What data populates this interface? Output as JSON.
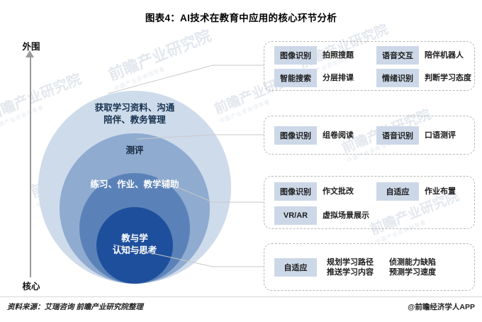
{
  "title": "图表4：AI技术在教育中应用的核心环节分析",
  "axis": {
    "top_label": "外围",
    "bottom_label": "核心"
  },
  "circles": [
    {
      "id": "outer",
      "label": "获取学习资料、沟通\n陪伴、教务管理",
      "color": "#cedbeb",
      "text_color": "#16324f"
    },
    {
      "id": "second",
      "label": "测评",
      "color": "#8fabd0",
      "text_color": "#15263c"
    },
    {
      "id": "third",
      "label": "练习、作业、教学辅助",
      "color": "#5b82b8",
      "text_color": "#ffffff"
    },
    {
      "id": "core",
      "label": "教与学\n认知与思考",
      "color": "#1e4f9c",
      "text_color": "#ffffff"
    }
  ],
  "panels": [
    {
      "id": "panel-1",
      "items": [
        {
          "tag": "图像识别",
          "desc": "拍照搜题"
        },
        {
          "tag": "语音交互",
          "desc": "陪伴机器人"
        },
        {
          "tag": "智能搜索",
          "desc": "分层排课"
        },
        {
          "tag": "情绪识别",
          "desc": "判断学习态度"
        }
      ]
    },
    {
      "id": "panel-2",
      "items": [
        {
          "tag": "图像识别",
          "desc": "组卷阅读"
        },
        {
          "tag": "语音识别",
          "desc": "口语测评"
        }
      ]
    },
    {
      "id": "panel-3",
      "items": [
        {
          "tag": "图像识别",
          "desc": "作文批改"
        },
        {
          "tag": "自适应",
          "desc": "作业布置"
        },
        {
          "tag": "VR/AR",
          "desc": "虚拟场景展示"
        }
      ]
    },
    {
      "id": "panel-4",
      "items": [
        {
          "tag": "自适应",
          "desc": "规划学习路径\n推送学习内容"
        },
        {
          "tag": "",
          "desc": "侦测能力缺陷\n预测学习速度"
        }
      ]
    }
  ],
  "footer": {
    "source": "资料来源：艾瑞咨询 前瞻产业研究院整理",
    "brand": "@前瞻经济学人APP"
  },
  "watermark": {
    "main": "前瞻产业研究院",
    "sub": "中国产业咨询领导者"
  },
  "colors": {
    "tag_fill": "#ccd8e8",
    "panel_border": "#b8b8b8",
    "connector": "#c9c9c9",
    "axis": "#9a9a9a"
  }
}
